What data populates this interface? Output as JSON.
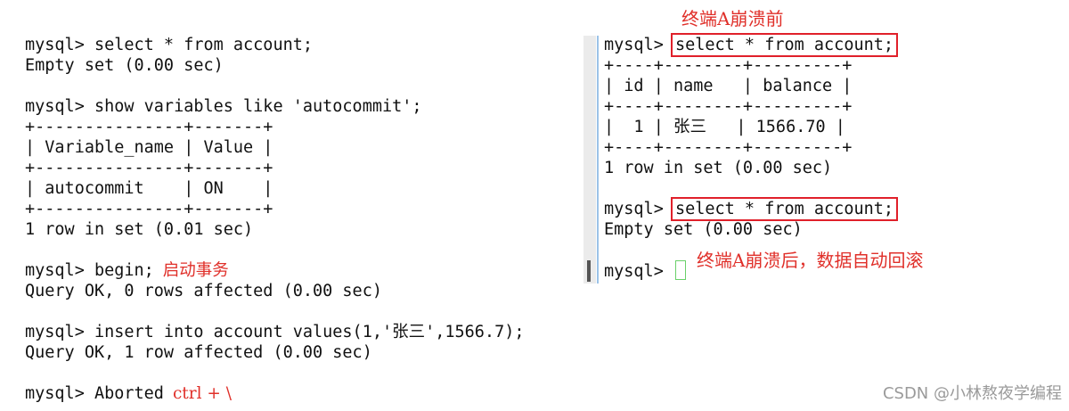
{
  "left_terminal": {
    "lines": [
      "mysql> select * from account;",
      "Empty set (0.00 sec)",
      "",
      "mysql> show variables like 'autocommit';",
      "+---------------+-------+",
      "| Variable_name | Value |",
      "+---------------+-------+",
      "| autocommit    | ON    |",
      "+---------------+-------+",
      "1 row in set (0.01 sec)",
      "",
      "mysql> begin;",
      "Query OK, 0 rows affected (0.00 sec)",
      "",
      "mysql> insert into account values(1,'张三',1566.7);",
      "Query OK, 1 row affected (0.00 sec)",
      "",
      "mysql> Aborted"
    ],
    "begin_note": "启动事务",
    "abort_note": "ctrl + \\"
  },
  "right_terminal": {
    "title": "终端A崩溃前",
    "prompt": "mysql> ",
    "query1": "select * from account;",
    "table_lines": [
      "+----+--------+---------+",
      "| id | name   | balance |",
      "+----+--------+---------+",
      "|  1 | 张三   | 1566.70 |",
      "+----+--------+---------+",
      "1 row in set (0.00 sec)"
    ],
    "query2": "select * from account;",
    "result2": "Empty set (0.00 sec)",
    "final_prompt": "mysql> ",
    "after_note": "终端A崩溃后，数据自动回滚"
  },
  "watermark": "CSDN @小林熬夜学编程",
  "colors": {
    "annotation": "#e0302a",
    "box": "#e0202a",
    "cursor": "#6ad06a"
  }
}
